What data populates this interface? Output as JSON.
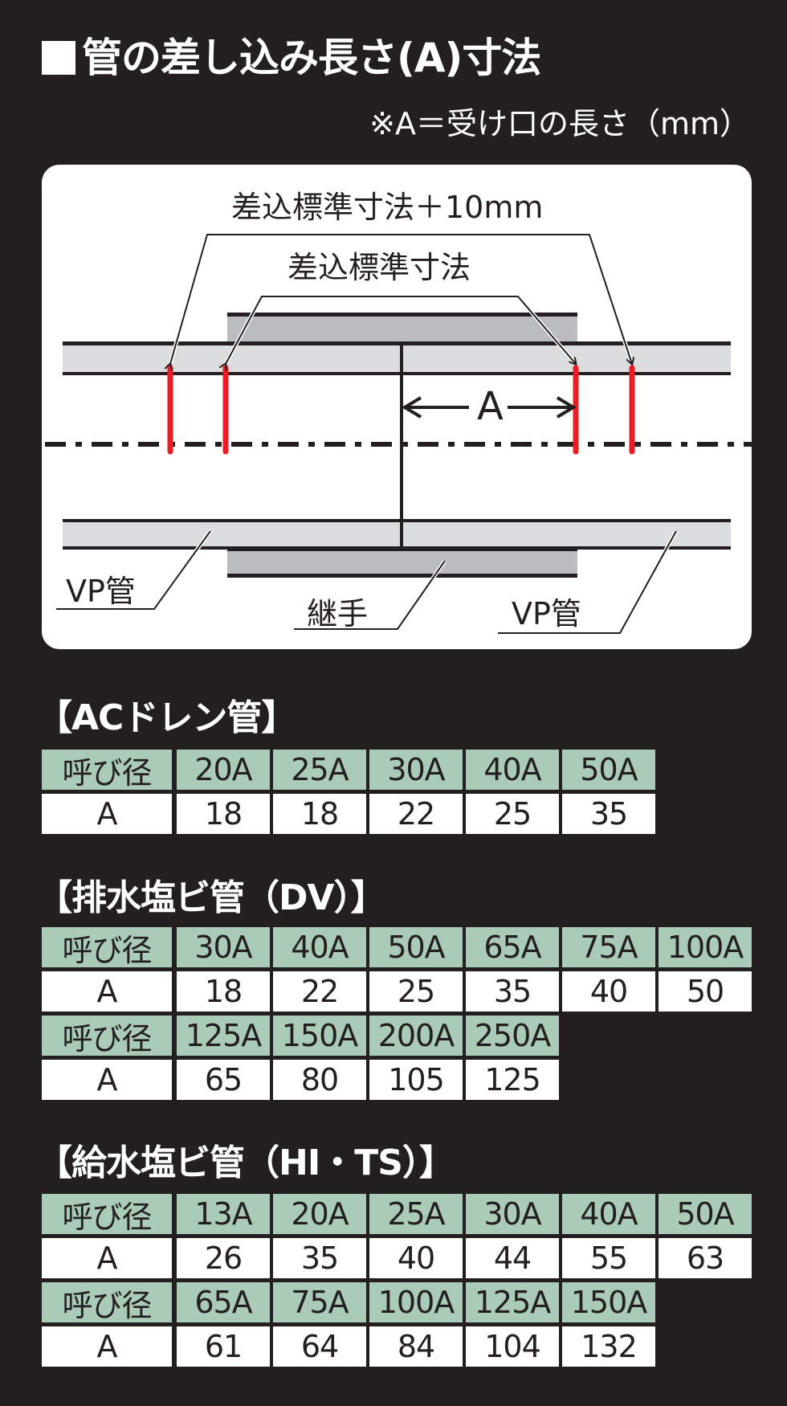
{
  "header": {
    "title": "管の差し込み長さ(A)寸法",
    "note": "※A＝受け口の長さ（mm）"
  },
  "diagram": {
    "label_plus10": "差込標準寸法＋10mm",
    "label_standard": "差込標準寸法",
    "label_A": "A",
    "label_vp_left": "VP管",
    "label_coupling": "継手",
    "label_vp_right": "VP管",
    "colors": {
      "marker": "#ed1c24",
      "pipe_fill": "#dcdddf",
      "coupling_fill": "#bbbcbf",
      "line": "#231f20"
    }
  },
  "tables": {
    "label_nominal": "呼び径",
    "label_A": "A",
    "header_color": "#a9cbb8",
    "ac_drain": {
      "title": "【ACドレン管】",
      "rows": [
        {
          "sizes": [
            "20A",
            "25A",
            "30A",
            "40A",
            "50A"
          ],
          "values": [
            "18",
            "18",
            "22",
            "25",
            "35"
          ]
        }
      ]
    },
    "dv": {
      "title": "【排水塩ビ管（DV）】",
      "rows": [
        {
          "sizes": [
            "30A",
            "40A",
            "50A",
            "65A",
            "75A",
            "100A"
          ],
          "values": [
            "18",
            "22",
            "25",
            "35",
            "40",
            "50"
          ]
        },
        {
          "sizes": [
            "125A",
            "150A",
            "200A",
            "250A"
          ],
          "values": [
            "65",
            "80",
            "105",
            "125"
          ]
        }
      ]
    },
    "hits": {
      "title": "【給水塩ビ管（HI・TS）】",
      "rows": [
        {
          "sizes": [
            "13A",
            "20A",
            "25A",
            "30A",
            "40A",
            "50A"
          ],
          "values": [
            "26",
            "35",
            "40",
            "44",
            "55",
            "63"
          ]
        },
        {
          "sizes": [
            "65A",
            "75A",
            "100A",
            "125A",
            "150A"
          ],
          "values": [
            "61",
            "64",
            "84",
            "104",
            "132"
          ]
        }
      ]
    }
  }
}
